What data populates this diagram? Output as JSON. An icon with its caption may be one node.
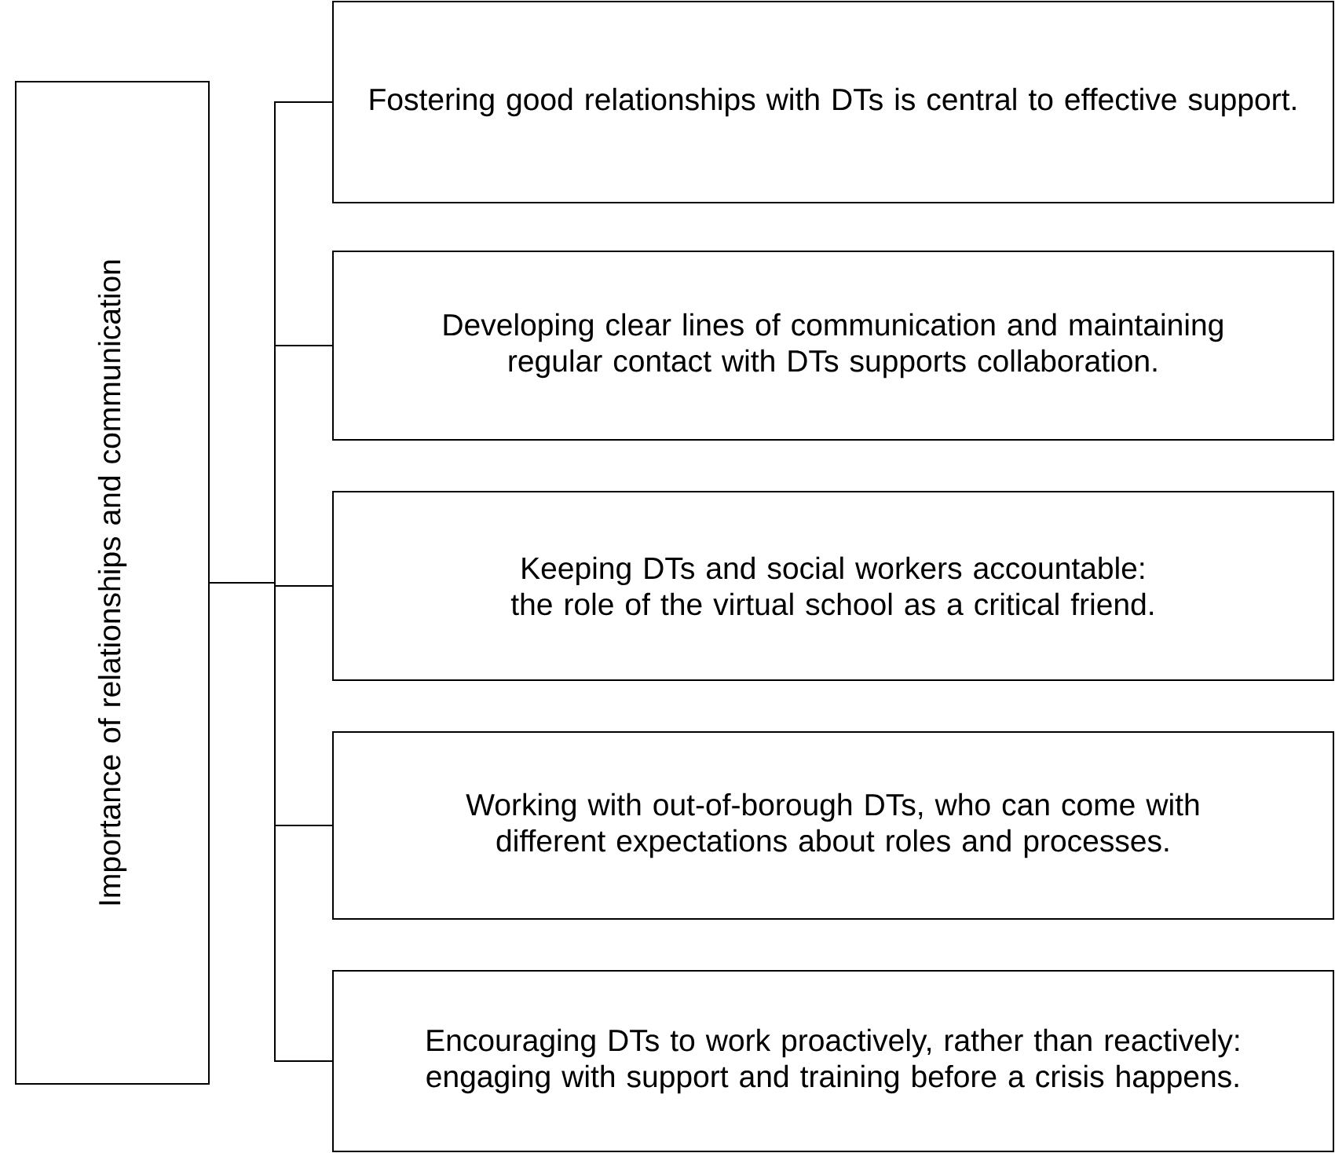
{
  "diagram": {
    "nodes": [
      {
        "text": [
          "Importance of relationships and communication"
        ]
      },
      {
        "text": [
          "Fostering good relationships with DTs is central to effective support."
        ]
      },
      {
        "text": [
          "Developing clear lines of communication and maintaining regular contact with DTs supports collaboration."
        ]
      },
      {
        "text": [
          "Keeping DTs and social workers accountable: the role of the virtual school as a critical friend."
        ]
      },
      {
        "text": [
          "Working with out-of-borough DTs, who can come with different expectations about roles and processes."
        ]
      },
      {
        "text": [
          "Encouraging DTs to work proactively, rather than reactively: engaging with support and training before a crisis happens."
        ]
      }
    ],
    "edges": [
      {
        "from": 0,
        "to": 1,
        "arrow": "none"
      },
      {
        "from": 0,
        "to": 2,
        "arrow": "none"
      },
      {
        "from": 0,
        "to": 3,
        "arrow": "none"
      },
      {
        "from": 0,
        "to": 4,
        "arrow": "none"
      },
      {
        "from": 0,
        "to": 5,
        "arrow": "none"
      }
    ]
  }
}
